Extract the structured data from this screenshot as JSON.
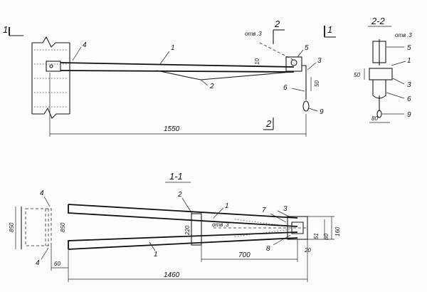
{
  "elevation": {
    "section_mark_left": "1",
    "section_mark_right": "1",
    "section_mark_top": "2",
    "section_mark_bottom": "2",
    "hole_label": "отв",
    "dim_length": "1550",
    "dim_10": "10",
    "dim_50": "50",
    "callouts": [
      "1",
      "2",
      "3",
      "4",
      "5",
      "6",
      "9"
    ]
  },
  "section_2_2": {
    "title": "2-2",
    "hole_label": "отв",
    "dim_50": "50",
    "dim_80": "80",
    "callouts": [
      "1",
      "3",
      "5",
      "6",
      "9"
    ]
  },
  "section_1_1": {
    "title": "1-1",
    "hole_label": "отв",
    "dim_850_outer": "850",
    "dim_850_inner": "850",
    "dim_220": "220",
    "dim_700": "700",
    "dim_1460": "1460",
    "dim_60": "60",
    "dim_20": "20",
    "dim_51": "51",
    "dim_80": "80",
    "dim_160": "160",
    "callouts": [
      "1",
      "1",
      "2",
      "3",
      "4",
      "4",
      "7",
      "8"
    ]
  }
}
